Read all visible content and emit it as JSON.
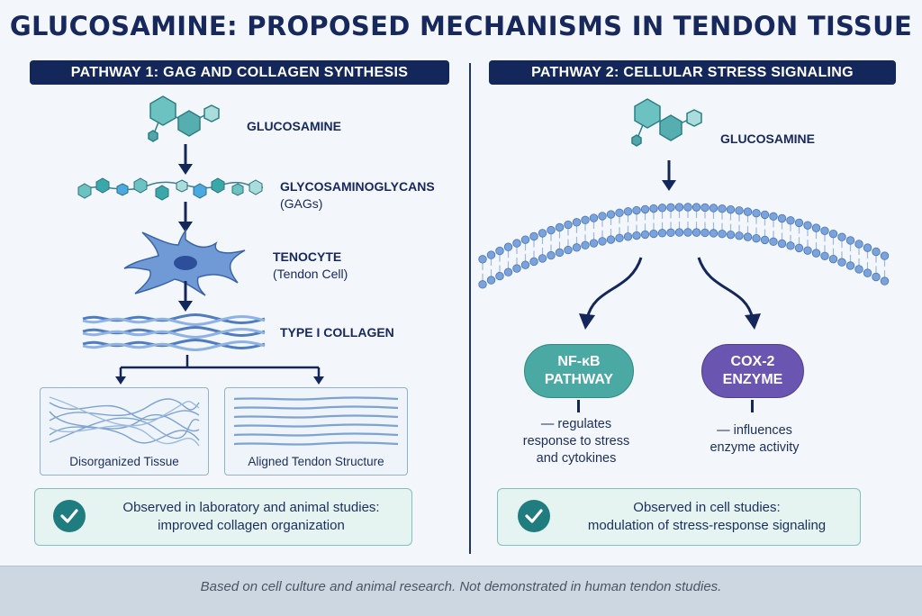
{
  "title": "GLUCOSAMINE: PROPOSED MECHANISMS IN TENDON TISSUE",
  "colors": {
    "navy": "#14275a",
    "teal": "#1f7d7f",
    "molecule_teal": "#5fb8b8",
    "cell_blue": "#5b86c8",
    "purple": "#6a55b0",
    "nfkb_green": "#4aa9a3"
  },
  "pathway1": {
    "header": "PATHWAY 1: GAG AND COLLAGEN SYNTHESIS",
    "steps": [
      {
        "label": "GLUCOSAMINE",
        "sub": ""
      },
      {
        "label": "GLYCOSAMINOGLYCANS",
        "sub": "(GAGs)"
      },
      {
        "label": "TENOCYTE",
        "sub": "(Tendon Cell)"
      },
      {
        "label": "TYPE I COLLAGEN",
        "sub": ""
      }
    ],
    "panels": [
      "Disorganized Tissue",
      "Aligned Tendon Structure"
    ],
    "finding": {
      "icon": "check-icon",
      "line1": "Observed in laboratory and animal studies:",
      "line2": "improved collagen organization"
    }
  },
  "pathway2": {
    "header": "PATHWAY 2: CELLULAR STRESS SIGNALING",
    "glucosamine_label": "GLUCOSAMINE",
    "targets": [
      {
        "line1": "NF-κB",
        "line2": "PATHWAY",
        "effect": [
          "— regulates",
          "response to stress",
          "and cytokines"
        ]
      },
      {
        "line1": "COX-2",
        "line2": "ENZYME",
        "effect": [
          "— influences",
          "enzyme activity"
        ]
      }
    ],
    "finding": {
      "icon": "check-icon",
      "line1": "Observed in cell studies:",
      "line2": "modulation of stress-response signaling"
    }
  },
  "footer": "Based on cell culture and animal research. Not demonstrated in human tendon studies."
}
